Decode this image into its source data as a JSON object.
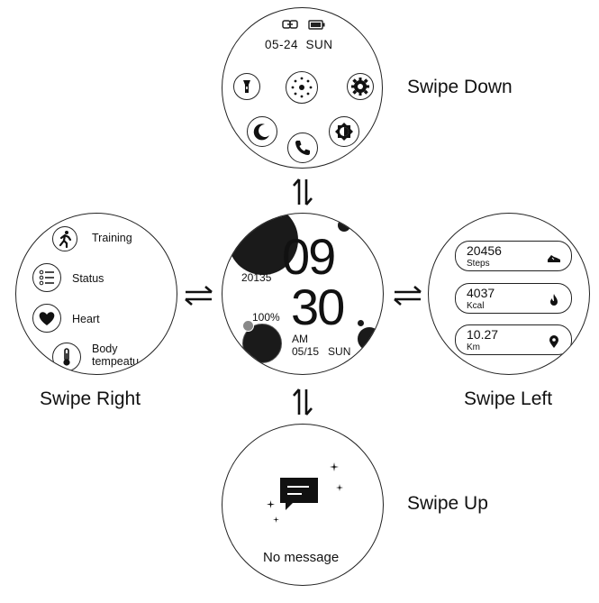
{
  "captions": {
    "swipe_down": "Swipe Down",
    "swipe_right": "Swipe Right",
    "swipe_left": "Swipe Left",
    "swipe_up": "Swipe Up"
  },
  "top_screen": {
    "date": "05-24",
    "weekday": "SUN",
    "status_icons": [
      "link-icon",
      "battery-icon"
    ],
    "quick_settings": [
      "flashlight-icon",
      "dots-circle-icon",
      "gear-icon",
      "moon-icon",
      "phone-icon",
      "brightness-icon"
    ]
  },
  "center_screen": {
    "hour": "09",
    "minute": "30",
    "steps": "20135",
    "battery": "100%",
    "ampm": "AM",
    "date": "05/15",
    "weekday": "SUN"
  },
  "left_screen": {
    "items": [
      {
        "label": "Training",
        "icon": "running-icon"
      },
      {
        "label": "Status",
        "icon": "checklist-icon"
      },
      {
        "label": "Heart",
        "icon": "heart-icon"
      },
      {
        "label": "Body\ntempeatu",
        "icon": "thermometer-icon"
      }
    ]
  },
  "right_screen": {
    "items": [
      {
        "value": "20456",
        "unit": "Steps",
        "icon": "shoe-icon"
      },
      {
        "value": "4037",
        "unit": "Kcal",
        "icon": "flame-icon"
      },
      {
        "value": "10.27",
        "unit": "Km",
        "icon": "location-pin-icon"
      }
    ]
  },
  "bottom_screen": {
    "message": "No message",
    "icon": "message-icon"
  },
  "arrows": [
    "vertical-arrows-top",
    "vertical-arrows-bottom",
    "horizontal-arrows-left",
    "horizontal-arrows-right"
  ]
}
